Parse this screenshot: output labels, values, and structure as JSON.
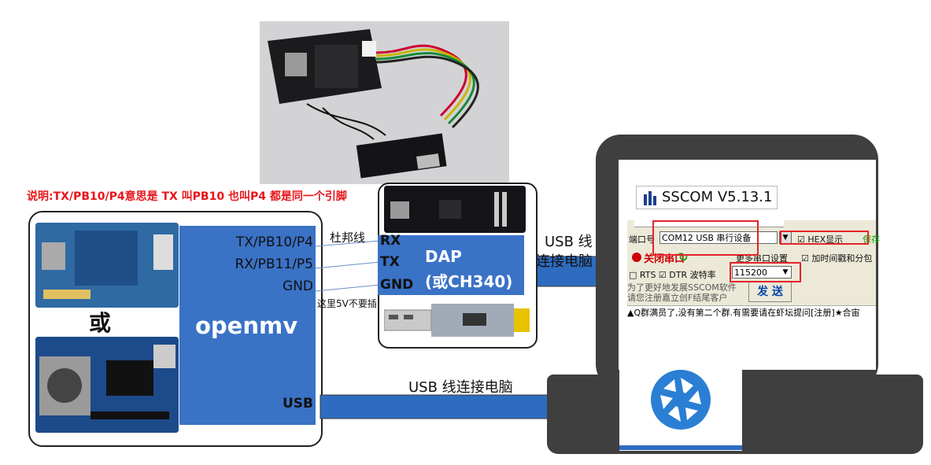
{
  "notice": "说明:TX/PB10/P4意思是 TX 叫PB10 也叫P4  都是同一个引脚",
  "left_panel": {
    "or_label": "或",
    "openmv_title": "openmv",
    "pins": [
      "TX/PB10/P4",
      "RX/PB11/P5",
      "GND",
      "USB"
    ]
  },
  "wire_label": "杜邦线",
  "gnd_note": "这里5V不要插",
  "dap_panel": {
    "pins": [
      "RX",
      "TX",
      "GND"
    ],
    "title": "DAP",
    "subtitle": "(或CH340)"
  },
  "arrows": {
    "top_label_line1": "USB 线",
    "top_label_line2": "连接电脑",
    "bottom_label": "USB 线连接电脑"
  },
  "sscom": {
    "title": "SSCOM V5.13.1",
    "port_label": "端口号",
    "port_value": "COM12 USB 串行设备",
    "hex_label": "☑ HEX显示",
    "save_label": "保存",
    "close_button": "关闭串口",
    "more_settings": "更多串口设置",
    "timestamp_label": "☑ 加时间戳和分包",
    "rts_dtr_label": "□ RTS ☑ DTR  波特率",
    "baud_value": "115200",
    "ad_line1": "为了更好地发展SSCOM软件",
    "ad_line2": "请您注册嘉立创F结尾客户",
    "send_button": "发 送",
    "ticker": "▲Q群满员了,没有第二个群.有需要请在虾坛提问[注册]★合宙"
  },
  "colors": {
    "blue": "#3a72c6",
    "red": "#e8161b",
    "laptop": "#3f3f3f",
    "arrow_blue": "#2e6cc0"
  },
  "icons": [
    "usb-arrow-icon",
    "openmv-shutter-icon",
    "sscom-app-icon",
    "dropdown-arrow-icon"
  ]
}
